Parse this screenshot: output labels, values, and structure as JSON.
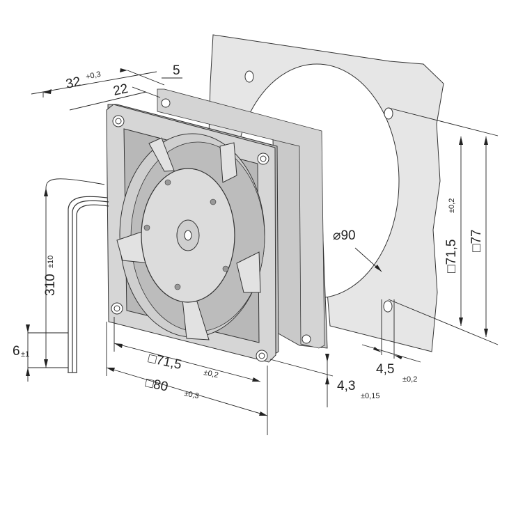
{
  "dimensions": {
    "depth": {
      "value": "32",
      "tol": "+0,3"
    },
    "inner_depth": {
      "value": "22"
    },
    "flange": {
      "value": "5"
    },
    "cable_length": {
      "value": "310",
      "tol": "±10"
    },
    "cable_strip": {
      "value": "6",
      "tol": "±1"
    },
    "hole_pitch_front": {
      "value": "□71,5",
      "tol": "±0,2"
    },
    "frame_size": {
      "value": "□80",
      "tol": "±0,3"
    },
    "hole_diameter": {
      "value": "4,3",
      "tol": "±0,15"
    },
    "cutout_diameter": {
      "value": "⌀90"
    },
    "panel_hole_diameter": {
      "value": "4,5",
      "tol": "±0,2"
    },
    "panel_pitch": {
      "value": "□71,5",
      "tol": "±0,2"
    },
    "panel_size": {
      "value": "□77"
    }
  },
  "colors": {
    "frame": "#d2d2d2",
    "frame_dark": "#a9a9a9",
    "panel": "#e6e6e6",
    "hub": "#dcdcdc",
    "line": "#222222"
  }
}
